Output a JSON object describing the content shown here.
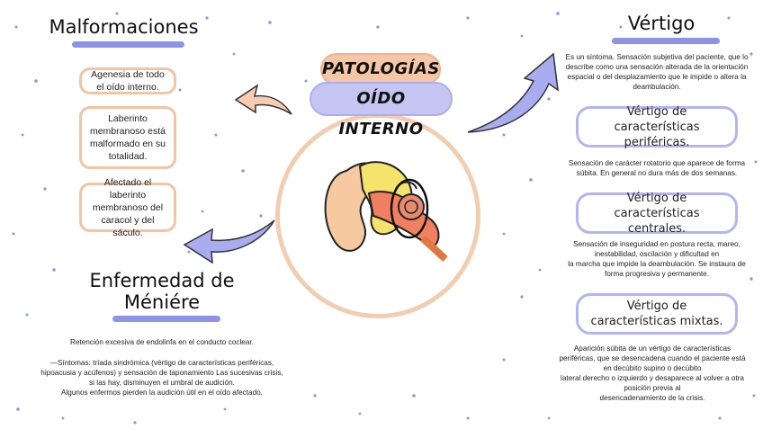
{
  "center": {
    "title_line1": "PATOLOGÍAS",
    "title_line2": "OÍDO INTERNO",
    "illustration_icon": "ear-anatomy-icon"
  },
  "malformaciones": {
    "heading": "Malformaciones",
    "items": [
      "Agenesia de todo el oído interno.",
      "Laberinto membranoso está malformado en su totalidad.",
      "Afectado el laberinto membranoso del caracol y del sáculo."
    ]
  },
  "meniere": {
    "heading_line1": "Enfermedad de",
    "heading_line2": "Méniére",
    "text_line1": "Retención excesiva de endolinfa en el conducto coclear.",
    "text_line2": "—Síntomas: tríada sindrómica (vértigo de características periféricas,",
    "text_line3": "hipoacusia y acúfenos) y sensación de taponamiento Las sucesivas crisis,",
    "text_line4": "si las hay, disminuyen el umbral de audición.",
    "text_line5": "Algunos enfermos pierden la audición útil en el oído afectado."
  },
  "vertigo": {
    "heading": "Vértigo",
    "intro_line1": "Es un síntoma. Sensación subjetiva del paciente, que lo",
    "intro_line2": "describe como una sensación alterada de la orientación",
    "intro_line3": "espacial o del desplazamiento que le impide o altera la",
    "intro_line4": "deambulación.",
    "types": [
      {
        "title": "Vértigo de características periféricas.",
        "desc_line1": "Sensación de carácter rotatorio que aparece de forma",
        "desc_line2": "súbita. En general no dura más de dos semanas."
      },
      {
        "title": "Vértigo de características centrales.",
        "desc_line1": "Sensación de inseguridad en postura recta, mareo,",
        "desc_line2": "inestabilidad, oscilación y dificultad en",
        "desc_line3": "la marcha que impide la deambulación. Se instaura de",
        "desc_line4": "forma progresiva y permanente."
      },
      {
        "title": "Vértigo de características mixtas.",
        "desc_line1": "Aparición súbita de un vértigo de características",
        "desc_line2": "periféricas, que se desencadena cuando el paciente está",
        "desc_line3": "en decúbito supino o decúbito",
        "desc_line4": "lateral derecho o izquierdo y desaparece al volver a otra",
        "desc_line5": "posición previa al",
        "desc_line6": "desencadenamiento de la crisis."
      }
    ]
  },
  "colors": {
    "orange_accent": "#f1c4a3",
    "purple_accent": "#b3b5f0",
    "dot_color": "#8f93e8"
  }
}
